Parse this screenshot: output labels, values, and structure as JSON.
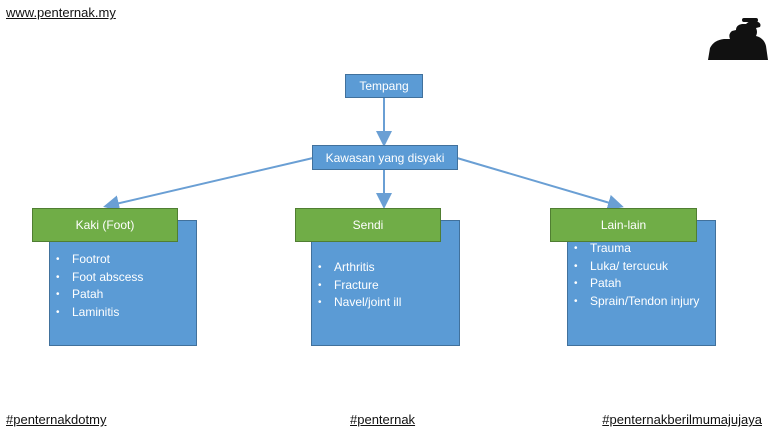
{
  "header": {
    "url": "www.penternak.my",
    "logo_icon": "person-silhouette-icon"
  },
  "diagram": {
    "root": "Tempang",
    "level2": "Kawasan yang disyaki",
    "categories": [
      {
        "title": "Kaki (Foot)",
        "items": [
          "Footrot",
          "Foot abscess",
          "Patah",
          "Laminitis"
        ]
      },
      {
        "title": "Sendi",
        "items": [
          "Arthritis",
          "Fracture",
          "Navel/joint ill"
        ]
      },
      {
        "title": "Lain-lain",
        "items": [
          "Trauma",
          "Luka/ tercucuk",
          "Patah",
          "Sprain/Tendon injury"
        ]
      }
    ]
  },
  "footer": {
    "tags": [
      "#penternakdotmy",
      "#penternak",
      "#penternakberilmumajujaya"
    ]
  },
  "colors": {
    "blue": "#5b9bd5",
    "green": "#70ad47",
    "arrow": "#6a9fd4"
  }
}
